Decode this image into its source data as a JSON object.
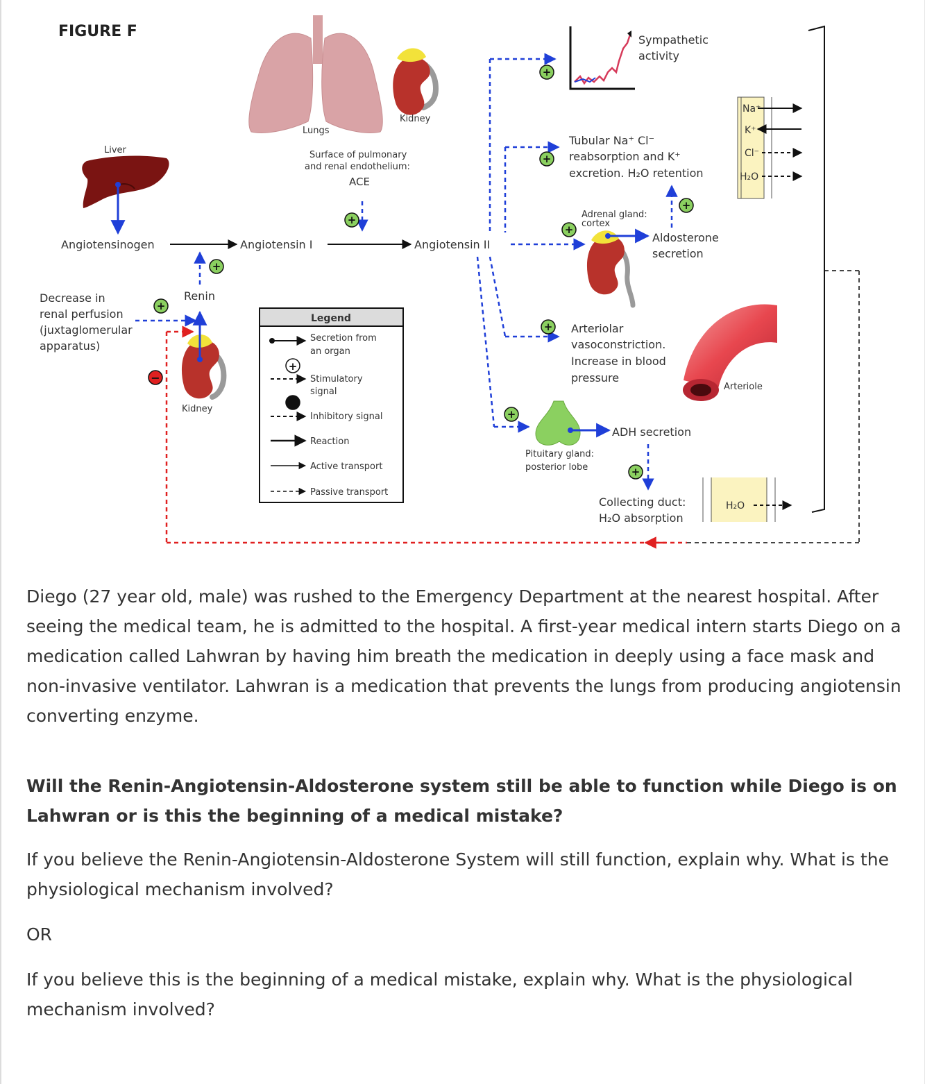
{
  "figure": {
    "title": "FIGURE F",
    "organs": {
      "liver": "Liver",
      "lungs": "Lungs",
      "kidney_top": "Kidney",
      "kidney_left": "Kidney",
      "arteriole": "Arteriole"
    },
    "nodes": {
      "angiotensinogen": "Angiotensinogen",
      "angiotensin1": "Angiotensin I",
      "angiotensin2": "Angiotensin II",
      "renin": "Renin",
      "ace_line1": "Surface of pulmonary",
      "ace_line2": "and renal endothelium:",
      "ace": "ACE",
      "decrease_line1": "Decrease in",
      "decrease_line2": "renal perfusion",
      "decrease_line3": "(juxtaglomerular",
      "decrease_line4": "apparatus)",
      "sympathetic_line1": "Sympathetic",
      "sympathetic_line2": "activity",
      "tubular_line1": "Tubular Na⁺ Cl⁻",
      "tubular_line2": "reabsorption and K⁺",
      "tubular_line3": "excretion. H₂O retention",
      "adrenal_line1": "Adrenal gland:",
      "adrenal_line2": "cortex",
      "aldosterone_line1": "Aldosterone",
      "aldosterone_line2": "secretion",
      "arteriolar_line1": "Arteriolar",
      "arteriolar_line2": "vasoconstriction.",
      "arteriolar_line3": "Increase in blood",
      "arteriolar_line4": "pressure",
      "adh": "ADH secretion",
      "pituitary_line1": "Pituitary gland:",
      "pituitary_line2": "posterior lobe",
      "collecting_line1": "Collecting duct:",
      "collecting_line2": "H₂O absorption"
    },
    "ions": {
      "na": "Na⁺",
      "k": "K⁺",
      "cl": "Cl⁻",
      "h2o": "H₂O",
      "h2o_duct": "H₂O"
    },
    "legend": {
      "title": "Legend",
      "secretion_line1": "Secretion from",
      "secretion_line2": "an organ",
      "stimulatory_line1": "Stimulatory",
      "stimulatory_line2": "signal",
      "inhibitory": "Inhibitory signal",
      "reaction": "Reaction",
      "active": "Active transport",
      "passive": "Passive transport"
    },
    "signs": {
      "plus": "+",
      "minus": "−"
    },
    "colors": {
      "blue": "#1f3fd8",
      "red": "#e02020",
      "liver": "#7a1412",
      "kidney": "#b8322b",
      "lung": "#d9a3a6",
      "gland_green": "#8bd060",
      "adrenal_yellow": "#f2e23a",
      "graph_line": "#d63a5a"
    }
  },
  "content": {
    "case": "Diego (27 year old, male) was rushed to the Emergency Department at the nearest hospital.  After seeing the medical team, he is admitted to the hospital.  A first-year medical intern starts Diego on a medication called Lahwran by having him breath the medication in deeply using a face mask and non-invasive ventilator.  Lahwran is a medication that prevents the lungs from producing angiotensin converting enzyme.",
    "question": "Will the Renin-Angiotensin-Aldosterone system still be able to function while Diego is on Lahwran or is this the beginning of a medical mistake?",
    "option_a": "If you believe the Renin-Angiotensin-Aldosterone System will still function, explain why. What is the physiological mechanism involved?",
    "or": "OR",
    "option_b": "If you believe this is the beginning of a medical mistake, explain why. What is the physiological mechanism involved?"
  }
}
